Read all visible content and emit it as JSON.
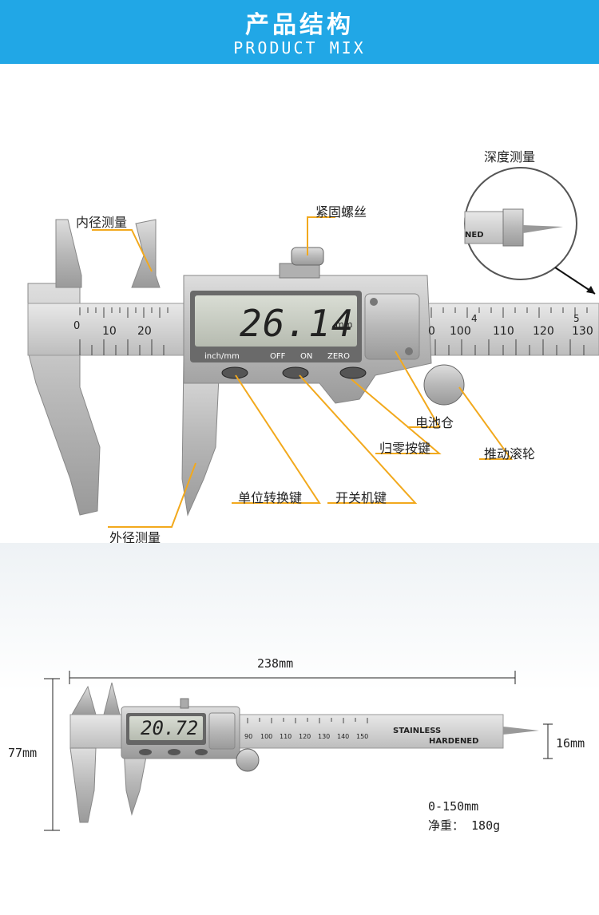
{
  "header": {
    "title_cn": "产品结构",
    "title_en": "PRODUCT MIX"
  },
  "labels": {
    "inner_measure": "内径测量",
    "lock_screw": "紧固螺丝",
    "depth_measure": "深度测量",
    "battery": "电池仓",
    "zero_key": "归零按键",
    "thumb_wheel": "推动滚轮",
    "unit_key": "单位转换键",
    "power_key": "开关机键",
    "outer_measure": "外径测量"
  },
  "caliper": {
    "reading": "26.14",
    "unit": "mm",
    "buttons": {
      "unit": "inch/mm",
      "off": "OFF",
      "on": "ON",
      "zero": "ZERO"
    },
    "scale_left": [
      "0",
      "10",
      "20"
    ],
    "scale_right": [
      "0",
      "100",
      "110",
      "120",
      "130"
    ],
    "inch_marks": [
      "4",
      "5"
    ],
    "depth_tag": "NED"
  },
  "caliper_small": {
    "reading": "20.72",
    "engraving_1": "STAINLESS",
    "engraving_2": "HARDENED",
    "scale": [
      "90",
      "100",
      "110",
      "120",
      "130",
      "140",
      "150"
    ]
  },
  "dimensions": {
    "length": "238mm",
    "height": "77mm",
    "tip": "16mm"
  },
  "specs": {
    "range": "0-150mm",
    "weight": "净重： 180g"
  },
  "colors": {
    "header_bg": "#21a7e6",
    "leader": "#f2a91d",
    "steel": "#c8c8c8"
  }
}
